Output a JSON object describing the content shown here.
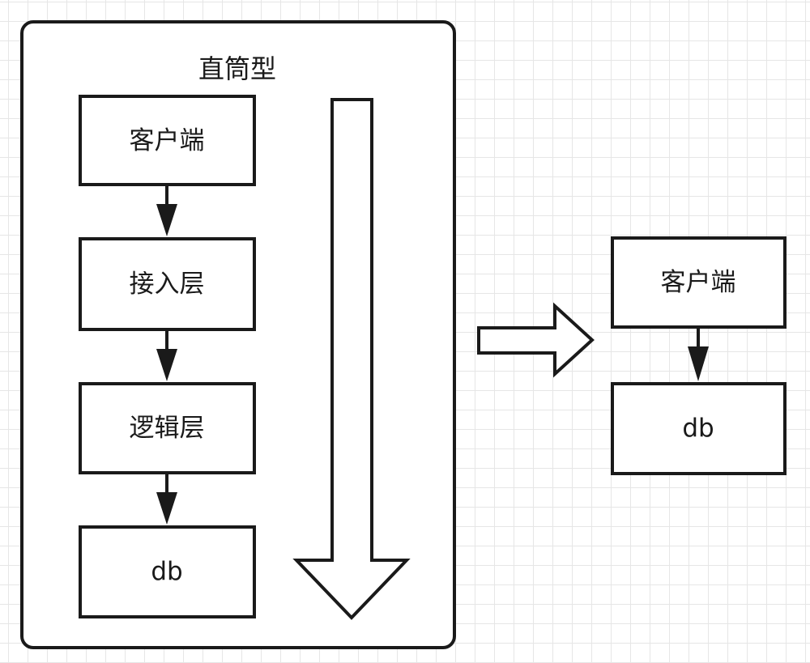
{
  "container": {
    "title": "直筒型"
  },
  "stack": {
    "client_label": "客户端",
    "access_label": "接入层",
    "logic_label": "逻辑层",
    "db_label": "db"
  },
  "simplified": {
    "client_label": "客户端",
    "db_label": "db"
  },
  "colors": {
    "stroke": "#1a1a1a",
    "fill": "#ffffff",
    "grid": "#e6e6e6"
  }
}
